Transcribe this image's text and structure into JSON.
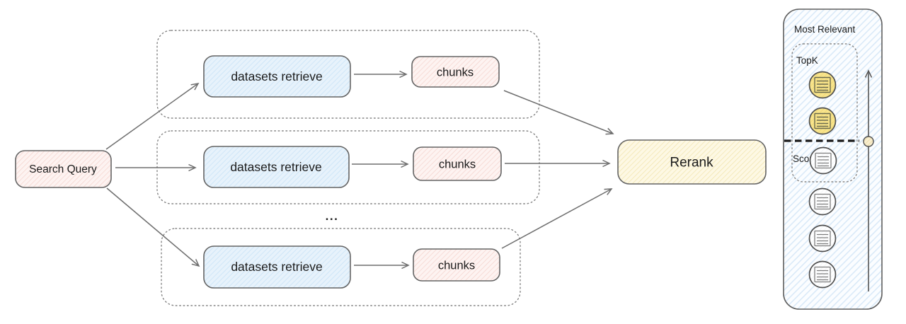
{
  "diagram": {
    "search_query_label": "Search Query",
    "branches": [
      {
        "retrieve_label": "datasets retrieve",
        "chunks_label": "chunks"
      },
      {
        "retrieve_label": "datasets retrieve",
        "chunks_label": "chunks"
      },
      {
        "retrieve_label": "datasets retrieve",
        "chunks_label": "chunks"
      }
    ],
    "ellipsis": "...",
    "rerank_label": "Rerank",
    "result_panel": {
      "title": "Most Relevant",
      "topk_label": "TopK",
      "score_label": "Score",
      "topk_doc_count": 2,
      "below_threshold_doc_count": 4
    },
    "colors": {
      "pink_fill": "#fdf3f1",
      "pink_hatch": "#f3cdc7",
      "blue_fill": "#e7f2fb",
      "blue_hatch": "#c2e0f6",
      "yellow_fill": "#fdf8e4",
      "yellow_hatch": "#f0e2a6",
      "panel_fill": "#fbfdff",
      "panel_hatch": "#d9e9f8",
      "topk_circle_fill": "#f8e48c",
      "topk_circle_hatch": "#ecd167",
      "box_stroke": "#646464",
      "arrow_stroke": "#6e6e6e",
      "text_color": "#1b1b1b"
    }
  }
}
